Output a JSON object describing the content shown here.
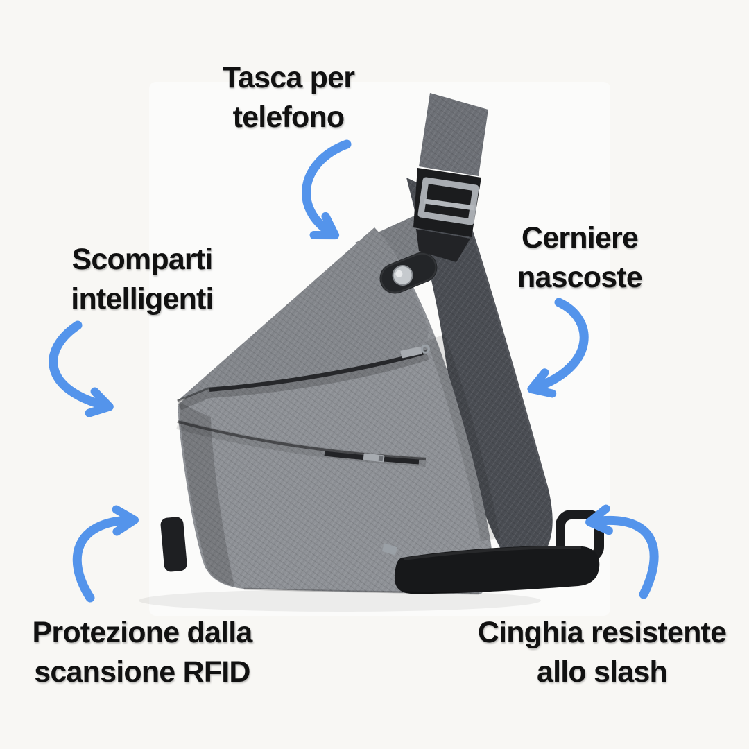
{
  "page": {
    "type": "product feature infographic",
    "language": "it",
    "background_color": "#F8F7F4",
    "text_color": "#111111",
    "arrow_color": "#5494EB"
  },
  "features": {
    "phone_pocket": {
      "line1": "Tasca per",
      "line2": "telefono"
    },
    "smart_compartments": {
      "line1": "Scomparti",
      "line2": "intelligenti"
    },
    "hidden_zippers": {
      "line1": "Cerniere",
      "line2": "nascoste"
    },
    "rfid_protection": {
      "line1": "Protezione dalla",
      "line2": "scansione RFID"
    },
    "slash_resistant_strap": {
      "line1": "Cinghia resistente",
      "line2": "allo slash"
    }
  },
  "icons": {
    "top_arrow": "curved-arrow-down-right-icon",
    "left_arrow": "curved-arrow-right-icon",
    "right_arrow": "curved-arrow-down-left-icon",
    "bottom_left_arrow": "curved-arrow-up-right-icon",
    "bottom_right_arrow": "curved-arrow-left-icon",
    "product": "sling-bag-photo"
  },
  "product_photo_colors": {
    "fabric_front": "#8F9297",
    "fabric_flap": "#85888D",
    "strap_panel": "#4B4E54",
    "webbing_black": "#1B1C1E",
    "metal_silver": "#A9ADB2"
  }
}
